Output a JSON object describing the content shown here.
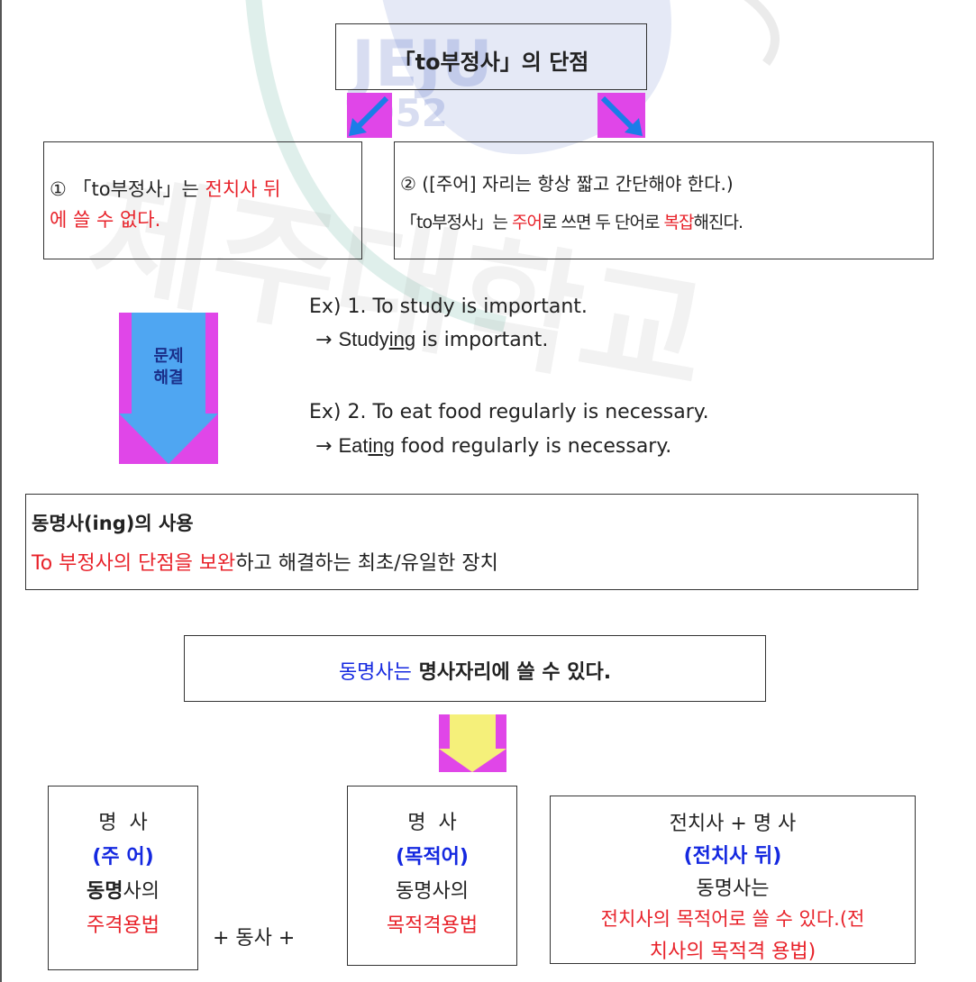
{
  "title": {
    "open": "「to부정사」의 단점"
  },
  "box1": {
    "line1_a": "① 「to부정사」는 ",
    "line1_red": "전치사 뒤",
    "line2_red": "에 쓸 수 없다."
  },
  "box2": {
    "line1": "② ([주어] 자리는 항상 짧고 간단해야 한다.)",
    "line2_a": "「to부정사」는 ",
    "line2_red1": "주어",
    "line2_b": "로 쓰면 두 단어로 ",
    "line2_red2": "복잡",
    "line2_c": "해진다."
  },
  "solve_arrow": {
    "line1": "문제",
    "line2": "해결"
  },
  "examples": [
    {
      "label": "Ex) 1. To study is important.",
      "arrow": "→ ",
      "stem": "Study",
      "suffix": "ing",
      "rest": " is important."
    },
    {
      "label": "Ex) 2. To eat food regularly is necessary.",
      "arrow": "→ ",
      "stem": "Eat",
      "suffix": "ing",
      "rest": " food regularly is necessary."
    }
  ],
  "gerund_use": {
    "heading": "동명사(ing)의 사용",
    "red": "To 부정사의 단점을 보완",
    "rest": "하고 해결하는 최초/유일한 장치"
  },
  "noun_position": {
    "blue": "동명사는",
    "rest": " 명사자리에 쓸 수 있다."
  },
  "uses": [
    {
      "noun": "명  사",
      "role": "(주 어)",
      "line3_bold": "동명",
      "line3_rest": "사의",
      "red": "주격용법"
    },
    {
      "noun": "명  사",
      "role": "(목적어)",
      "line3_rest": "동명사의",
      "red": "목적격용법"
    },
    {
      "line1": "전치사 + 명 사",
      "role": "(전치사 뒤)",
      "line3": "동명사는",
      "red1": "전치사의 목적어로 쓸 수 있다.(전",
      "red2": "치사의 목적격 용법)"
    }
  ],
  "connector": "+ 동사 +",
  "watermark": {
    "text": "JEJU",
    "year": "1952",
    "korean": "제주대학교"
  },
  "colors": {
    "red": "#e8222a",
    "blue": "#1428e0",
    "arrow_pink": "#e046e8",
    "arrow_blue": "#4fa6f2",
    "arrow_yellow": "#f5f07a"
  }
}
